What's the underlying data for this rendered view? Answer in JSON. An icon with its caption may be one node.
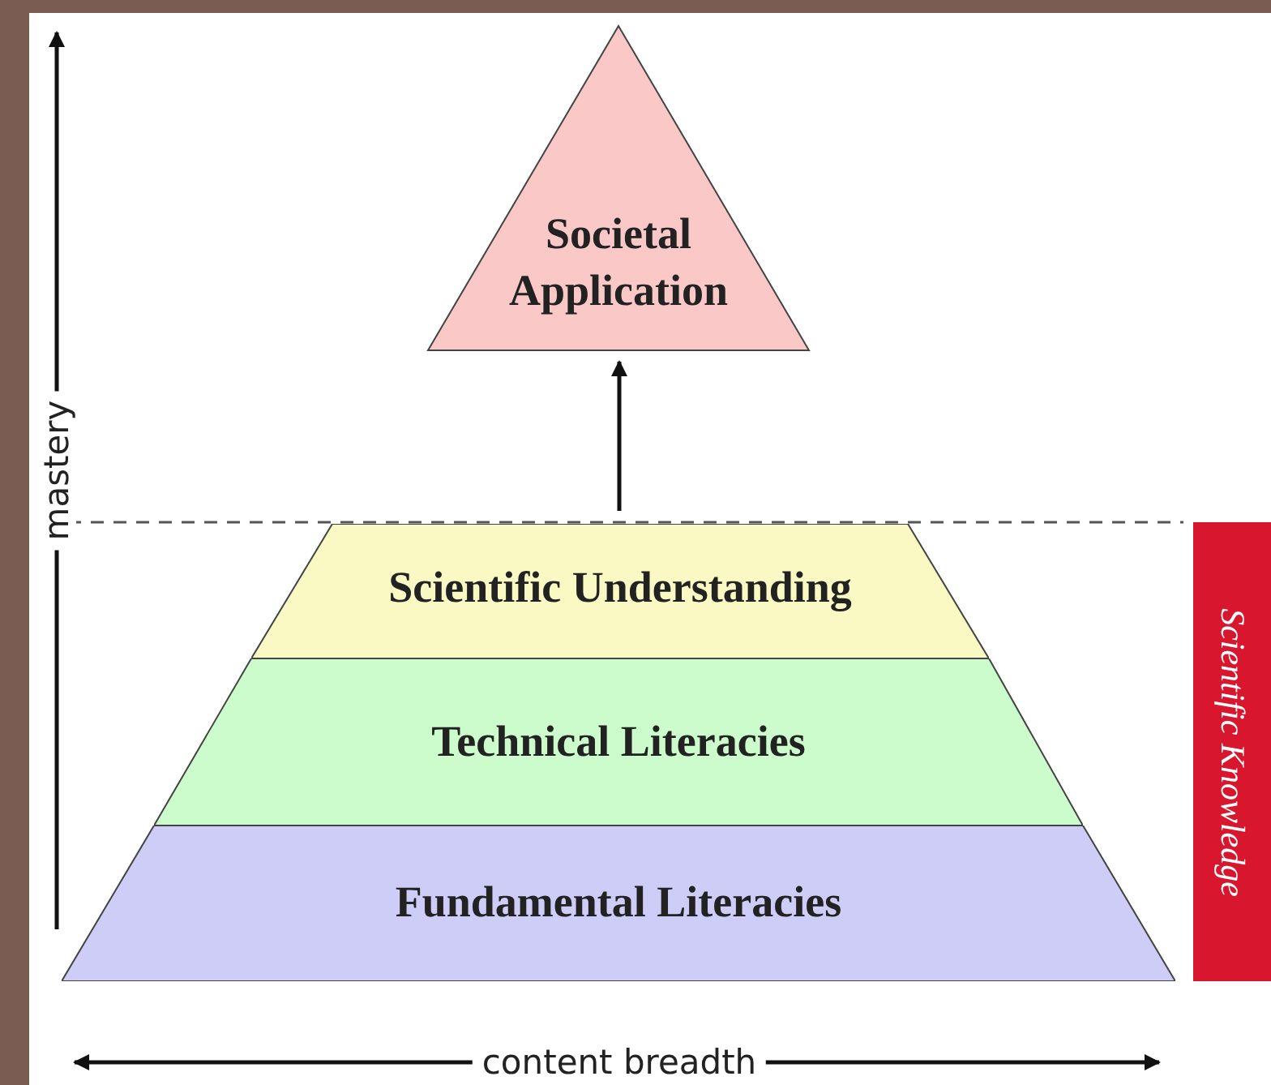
{
  "diagram": {
    "nodes": [
      {
        "text": [
          "Societal Application"
        ]
      },
      {
        "text": [
          "Scientific Understanding"
        ]
      },
      {
        "text": [
          "Technical Literacies"
        ]
      },
      {
        "text": [
          "Fundamental Literacies"
        ]
      },
      {
        "text": [
          "Scientific Knowledge"
        ]
      }
    ],
    "edges": [
      {
        "from": 1,
        "to": 0,
        "arrow": "to"
      }
    ],
    "labels": [
      "mastery",
      "content breadth"
    ]
  }
}
